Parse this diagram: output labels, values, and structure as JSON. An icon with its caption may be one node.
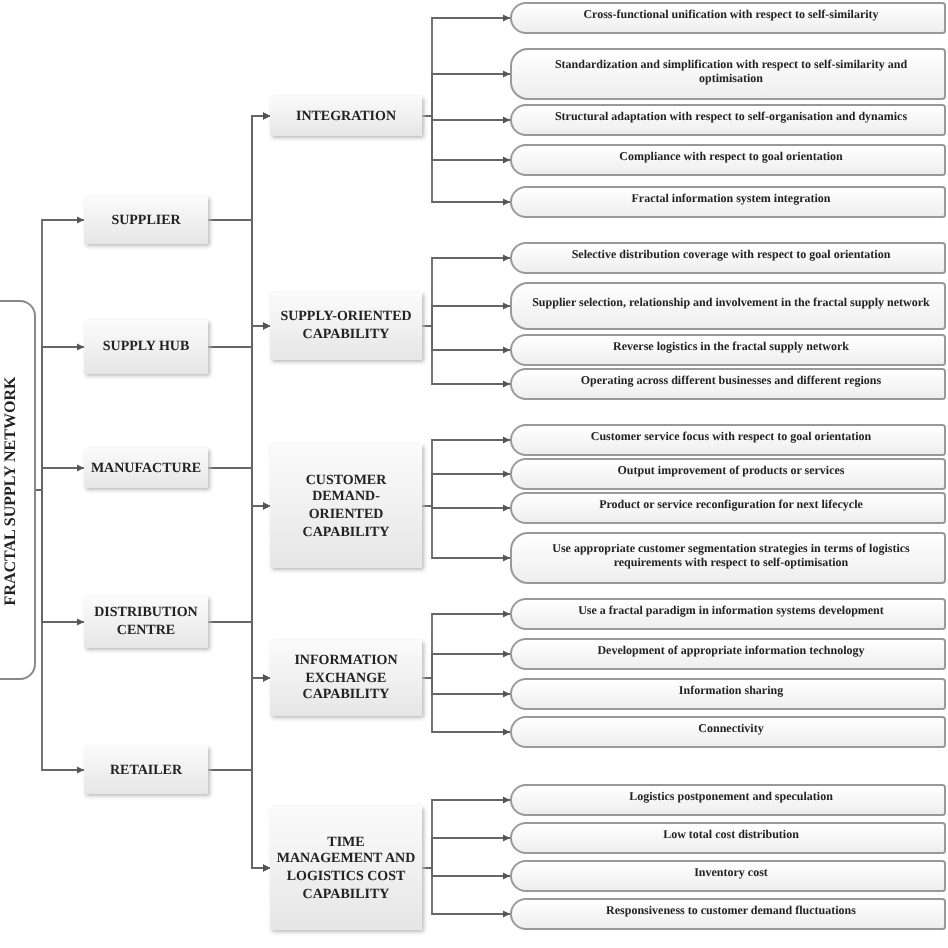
{
  "diagram": {
    "nodes": [
      {
        "text": [
          "FRACTAL SUPPLY NETWORK"
        ]
      },
      {
        "text": [
          "SUPPLIER"
        ]
      },
      {
        "text": [
          "SUPPLY HUB"
        ]
      },
      {
        "text": [
          "MANUFACTURE"
        ]
      },
      {
        "text": [
          "DISTRIBUTION CENTRE"
        ]
      },
      {
        "text": [
          "RETAILER"
        ]
      },
      {
        "text": [
          "INTEGRATION"
        ]
      },
      {
        "text": [
          "SUPPLY-ORIENTED CAPABILITY"
        ]
      },
      {
        "text": [
          "CUSTOMER DEMAND-ORIENTED CAPABILITY"
        ]
      },
      {
        "text": [
          "INFORMATION EXCHANGE CAPABILITY"
        ]
      },
      {
        "text": [
          "TIME MANAGEMENT AND LOGISTICS COST CAPABILITY"
        ]
      },
      {
        "text": [
          "Cross-functional unification with respect to self-similarity"
        ]
      },
      {
        "text": [
          "Standardization and simplification with respect to self-similarity and optimisation"
        ]
      },
      {
        "text": [
          "Structural adaptation with respect to self-organisation and dynamics"
        ]
      },
      {
        "text": [
          "Compliance with respect to goal orientation"
        ]
      },
      {
        "text": [
          "Fractal information system integration"
        ]
      },
      {
        "text": [
          "Selective distribution coverage with respect to goal orientation"
        ]
      },
      {
        "text": [
          "Supplier selection, relationship and involvement in the fractal supply network"
        ]
      },
      {
        "text": [
          "Reverse logistics in the fractal supply network"
        ]
      },
      {
        "text": [
          "Operating across different businesses and different regions"
        ]
      },
      {
        "text": [
          "Customer service focus with respect to goal orientation"
        ]
      },
      {
        "text": [
          "Output improvement of products or services"
        ]
      },
      {
        "text": [
          "Product or service reconfiguration for next lifecycle"
        ]
      },
      {
        "text": [
          "Use appropriate customer segmentation strategies in terms of logistics requirements with respect to self-optimisation"
        ]
      },
      {
        "text": [
          "Use a fractal paradigm in information systems development"
        ]
      },
      {
        "text": [
          "Development of appropriate information technology"
        ]
      },
      {
        "text": [
          "Information sharing"
        ]
      },
      {
        "text": [
          "Connectivity"
        ]
      },
      {
        "text": [
          "Logistics postponement and speculation"
        ]
      },
      {
        "text": [
          "Low total cost distribution"
        ]
      },
      {
        "text": [
          "Inventory cost"
        ]
      },
      {
        "text": [
          "Responsiveness to customer demand fluctuations"
        ]
      }
    ],
    "edges": [
      {
        "from": 0,
        "to": 1,
        "arrow": "to"
      },
      {
        "from": 0,
        "to": 2,
        "arrow": "to"
      },
      {
        "from": 0,
        "to": 3,
        "arrow": "to"
      },
      {
        "from": 0,
        "to": 4,
        "arrow": "to"
      },
      {
        "from": 0,
        "to": 5,
        "arrow": "to"
      },
      {
        "from": 1,
        "to": 6,
        "arrow": "to"
      },
      {
        "from": 1,
        "to": 7,
        "arrow": "to"
      },
      {
        "from": 1,
        "to": 8,
        "arrow": "to"
      },
      {
        "from": 1,
        "to": 9,
        "arrow": "to"
      },
      {
        "from": 1,
        "to": 10,
        "arrow": "to"
      },
      {
        "from": 2,
        "to": 6,
        "arrow": "to"
      },
      {
        "from": 2,
        "to": 7,
        "arrow": "to"
      },
      {
        "from": 2,
        "to": 8,
        "arrow": "to"
      },
      {
        "from": 2,
        "to": 9,
        "arrow": "to"
      },
      {
        "from": 2,
        "to": 10,
        "arrow": "to"
      },
      {
        "from": 3,
        "to": 6,
        "arrow": "to"
      },
      {
        "from": 3,
        "to": 7,
        "arrow": "to"
      },
      {
        "from": 3,
        "to": 8,
        "arrow": "to"
      },
      {
        "from": 3,
        "to": 9,
        "arrow": "to"
      },
      {
        "from": 3,
        "to": 10,
        "arrow": "to"
      },
      {
        "from": 4,
        "to": 6,
        "arrow": "to"
      },
      {
        "from": 4,
        "to": 7,
        "arrow": "to"
      },
      {
        "from": 4,
        "to": 8,
        "arrow": "to"
      },
      {
        "from": 4,
        "to": 9,
        "arrow": "to"
      },
      {
        "from": 4,
        "to": 10,
        "arrow": "to"
      },
      {
        "from": 5,
        "to": 6,
        "arrow": "to"
      },
      {
        "from": 5,
        "to": 7,
        "arrow": "to"
      },
      {
        "from": 5,
        "to": 8,
        "arrow": "to"
      },
      {
        "from": 5,
        "to": 9,
        "arrow": "to"
      },
      {
        "from": 5,
        "to": 10,
        "arrow": "to"
      },
      {
        "from": 6,
        "to": 11,
        "arrow": "to"
      },
      {
        "from": 6,
        "to": 12,
        "arrow": "to"
      },
      {
        "from": 6,
        "to": 13,
        "arrow": "to"
      },
      {
        "from": 6,
        "to": 14,
        "arrow": "to"
      },
      {
        "from": 6,
        "to": 15,
        "arrow": "to"
      },
      {
        "from": 7,
        "to": 16,
        "arrow": "to"
      },
      {
        "from": 7,
        "to": 17,
        "arrow": "to"
      },
      {
        "from": 7,
        "to": 18,
        "arrow": "to"
      },
      {
        "from": 7,
        "to": 19,
        "arrow": "to"
      },
      {
        "from": 8,
        "to": 20,
        "arrow": "to"
      },
      {
        "from": 8,
        "to": 21,
        "arrow": "to"
      },
      {
        "from": 8,
        "to": 22,
        "arrow": "to"
      },
      {
        "from": 8,
        "to": 23,
        "arrow": "to"
      },
      {
        "from": 9,
        "to": 24,
        "arrow": "to"
      },
      {
        "from": 9,
        "to": 25,
        "arrow": "to"
      },
      {
        "from": 9,
        "to": 26,
        "arrow": "to"
      },
      {
        "from": 9,
        "to": 27,
        "arrow": "to"
      },
      {
        "from": 10,
        "to": 28,
        "arrow": "to"
      },
      {
        "from": 10,
        "to": 29,
        "arrow": "to"
      },
      {
        "from": 10,
        "to": 30,
        "arrow": "to"
      },
      {
        "from": 10,
        "to": 31,
        "arrow": "to"
      }
    ]
  }
}
